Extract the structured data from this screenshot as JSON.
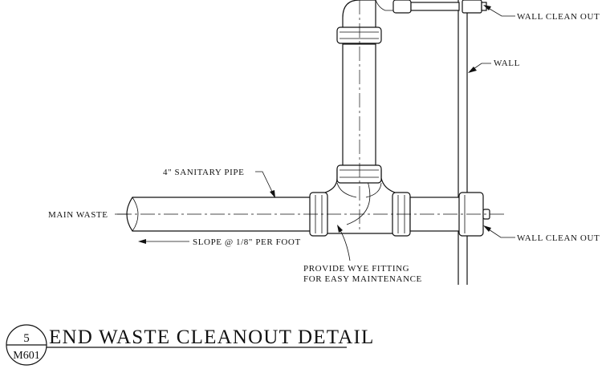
{
  "callouts": {
    "wall_clean_out_top": "WALL CLEAN OUT",
    "wall": "WALL",
    "sanitary_pipe": "4\"  SANITARY PIPE",
    "main_waste": "MAIN WASTE",
    "slope": "SLOPE @ 1/8\" PER FOOT",
    "wye_line1": "PROVIDE WYE FITTING",
    "wye_line2": "FOR EASY MAINTENANCE",
    "wall_clean_out_bottom": "WALL CLEAN OUT"
  },
  "title_block": {
    "detail_number": "5",
    "sheet_number": "M601",
    "title": "END WASTE CLEANOUT DETAIL"
  }
}
